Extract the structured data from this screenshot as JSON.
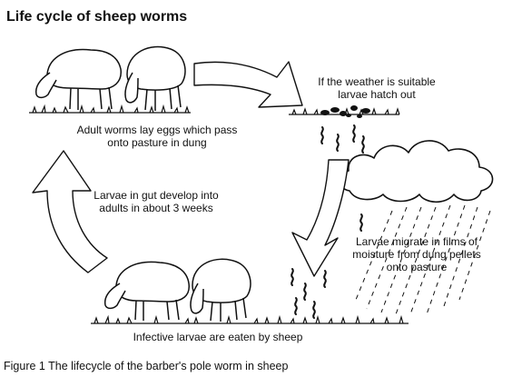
{
  "title": "Life cycle of sheep worms",
  "labels": {
    "hatch": "If the weather is suitable larvae hatch out",
    "adult_worms": "Adult worms lay eggs which pass onto pasture in dung",
    "gut_development": "Larvae in gut develop into adults in about 3 weeks",
    "migration": "Larvae migrate in films of moisture from dung pellets onto pasture",
    "infective": "Infective larvae are eaten by sheep"
  },
  "caption": "Figure 1 The lifecycle of the barber's pole worm in sheep"
}
